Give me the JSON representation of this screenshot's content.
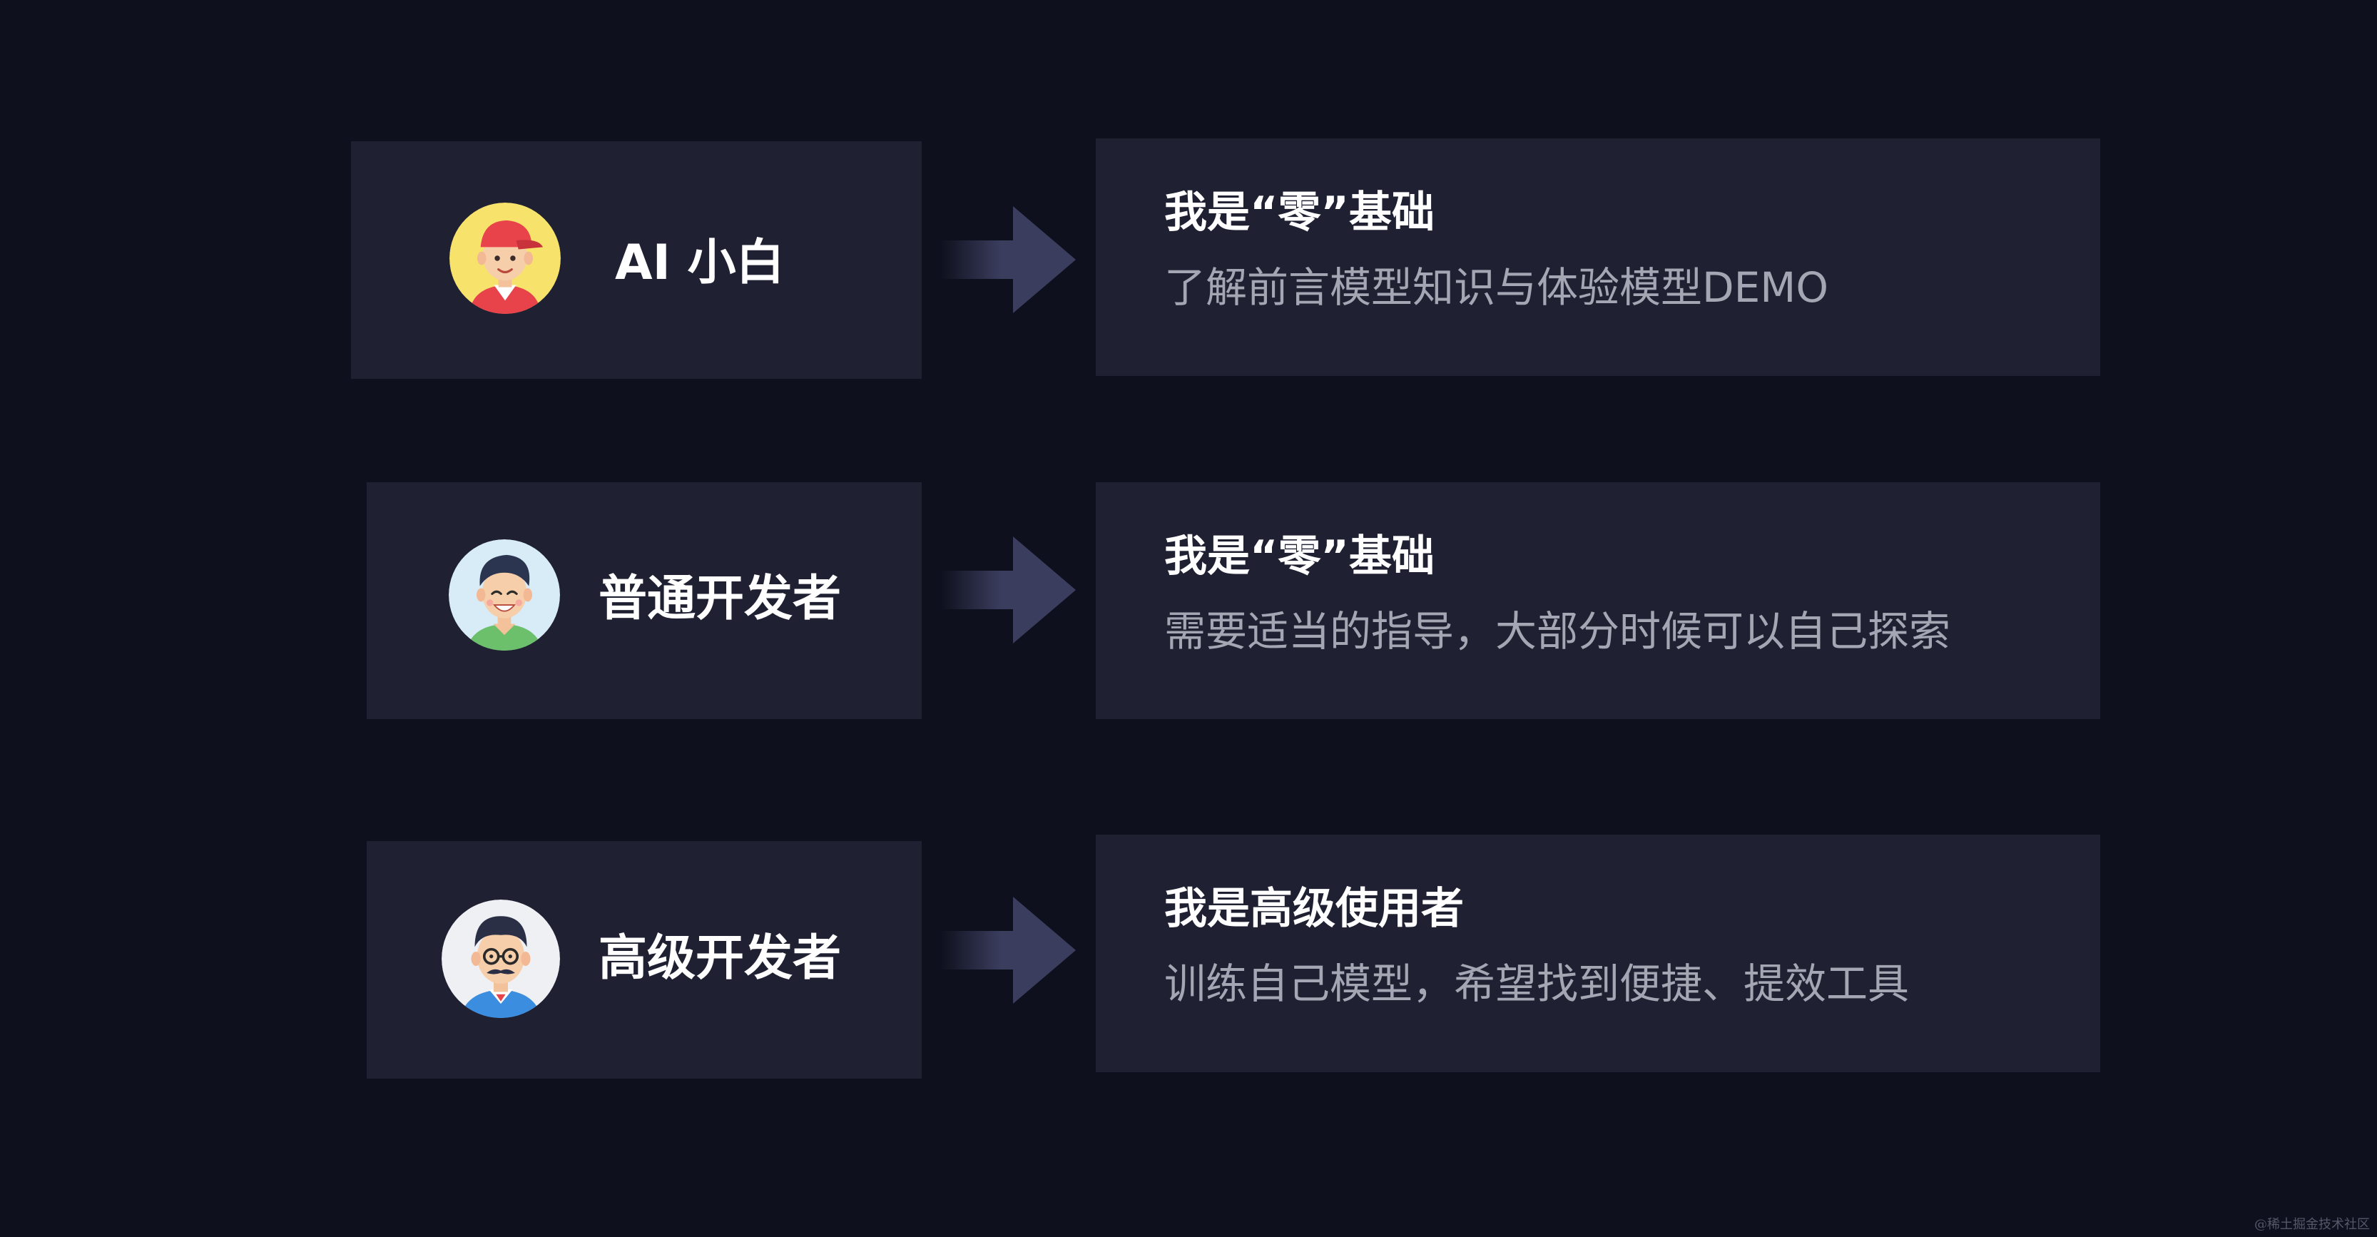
{
  "rows": [
    {
      "role": "AI 小白",
      "title": "我是“零”基础",
      "description": "了解前言模型知识与体验模型DEMO",
      "avatar_icon": "cap-boy-avatar-icon"
    },
    {
      "role": "普通开发者",
      "title": "我是“零”基础",
      "description": "需要适当的指导，大部分时候可以自己探索",
      "avatar_icon": "smiling-man-avatar-icon"
    },
    {
      "role": "高级开发者",
      "title": "我是高级使用者",
      "description": "训练自己模型，希望找到便捷、提效工具",
      "avatar_icon": "glasses-mustache-man-avatar-icon"
    }
  ],
  "watermark": "@稀土掘金技术社区",
  "colors": {
    "background": "#0e101d",
    "panel": "#1f2133",
    "arrow": "#3b3d5e",
    "title_text": "#ffffff",
    "description_text": "#a4a6b4"
  }
}
